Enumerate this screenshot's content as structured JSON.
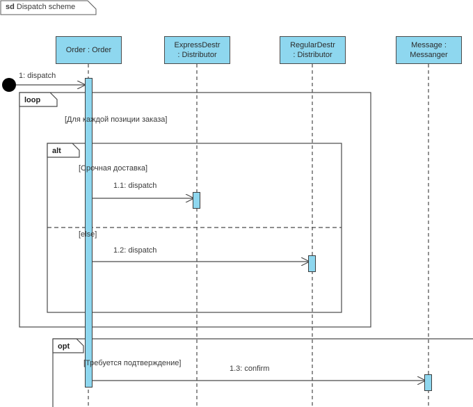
{
  "diagram": {
    "kind_keyword": "sd",
    "name": "Dispatch scheme",
    "colors": {
      "lifeline_fill": "#8ed7ef",
      "border": "#4a4a4a",
      "text": "#3a3a3a",
      "line": "#4a4a4a"
    }
  },
  "lifelines": [
    {
      "id": "order",
      "line1": "Order : Order",
      "line2": ""
    },
    {
      "id": "expressdestr",
      "line1": "ExpressDestr",
      "line2": ": Distributor"
    },
    {
      "id": "regulardestr",
      "line1": "RegularDestr",
      "line2": ": Distributor"
    },
    {
      "id": "messanger",
      "line1": "Message :",
      "line2": "Messanger"
    }
  ],
  "messages": [
    {
      "id": "m0",
      "label": "1: dispatch",
      "from": "start-point",
      "to": "order"
    },
    {
      "id": "m1",
      "label": "1.1: dispatch",
      "from": "order",
      "to": "expressdestr"
    },
    {
      "id": "m2",
      "label": "1.2: dispatch",
      "from": "order",
      "to": "regulardestr"
    },
    {
      "id": "m3",
      "label": "1.3: confirm",
      "from": "order",
      "to": "messanger"
    }
  ],
  "fragments": [
    {
      "id": "loop",
      "operator": "loop",
      "guards": [
        "[Для каждой позиции заказа]"
      ]
    },
    {
      "id": "alt",
      "operator": "alt",
      "guards": [
        "[Срочная доставка]",
        "[else]"
      ]
    },
    {
      "id": "opt",
      "operator": "opt",
      "guards": [
        "[Требуется подтверждение]"
      ]
    }
  ]
}
